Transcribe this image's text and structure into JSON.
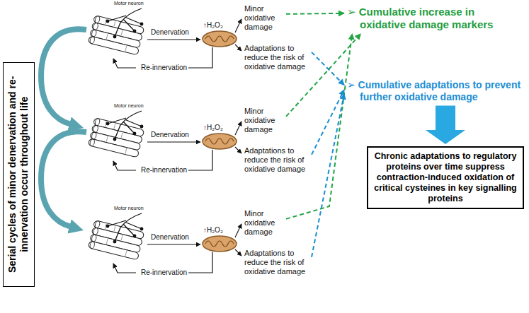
{
  "diagram": {
    "nodes": [
      {
        "text": [
          "Serial cycles of minor denervation and re-innervation occur throughout life"
        ]
      },
      {
        "text": [
          "Minor oxidative damage"
        ]
      },
      {
        "text": [
          "Adaptations to reduce the risk of oxidative damage"
        ]
      },
      {
        "text": [
          "➢ Cumulative increase in oxidative damage markers"
        ]
      },
      {
        "text": [
          "➢ Cumulative adaptations to prevent further oxidative damage"
        ]
      },
      {
        "text": [
          "Minor oxidative damage"
        ]
      },
      {
        "text": [
          "Adaptations to reduce the risk of oxidative damage"
        ]
      },
      {
        "text": [
          "Minor oxidative damage"
        ]
      },
      {
        "text": [
          "Adaptations to reduce the risk of oxidative damage"
        ]
      },
      {
        "text": [
          "Chronic adaptations to regulatory proteins over time suppress contraction-induced oxidation of critical cysteines in key signalling proteins"
        ]
      }
    ],
    "edges": [
      {
        "from": 1,
        "to": 3,
        "arrow": "to"
      },
      {
        "from": 2,
        "to": 4,
        "arrow": "to"
      },
      {
        "from": 5,
        "to": 3,
        "arrow": "to"
      },
      {
        "from": 6,
        "to": 4,
        "arrow": "to"
      },
      {
        "from": 7,
        "to": 3,
        "arrow": "to"
      },
      {
        "from": 8,
        "to": 4,
        "arrow": "to"
      },
      {
        "from": 4,
        "to": 9,
        "arrow": "to"
      }
    ],
    "labels": [
      "Motor neuron",
      "Denervation",
      "Re-innervation",
      "↑H₂O₂",
      "Motor neuron",
      "Denervation",
      "Re-innervation",
      "↑H₂O₂",
      "Motor neuron",
      "Denervation",
      "Re-innervation",
      "↑H₂O₂"
    ]
  }
}
